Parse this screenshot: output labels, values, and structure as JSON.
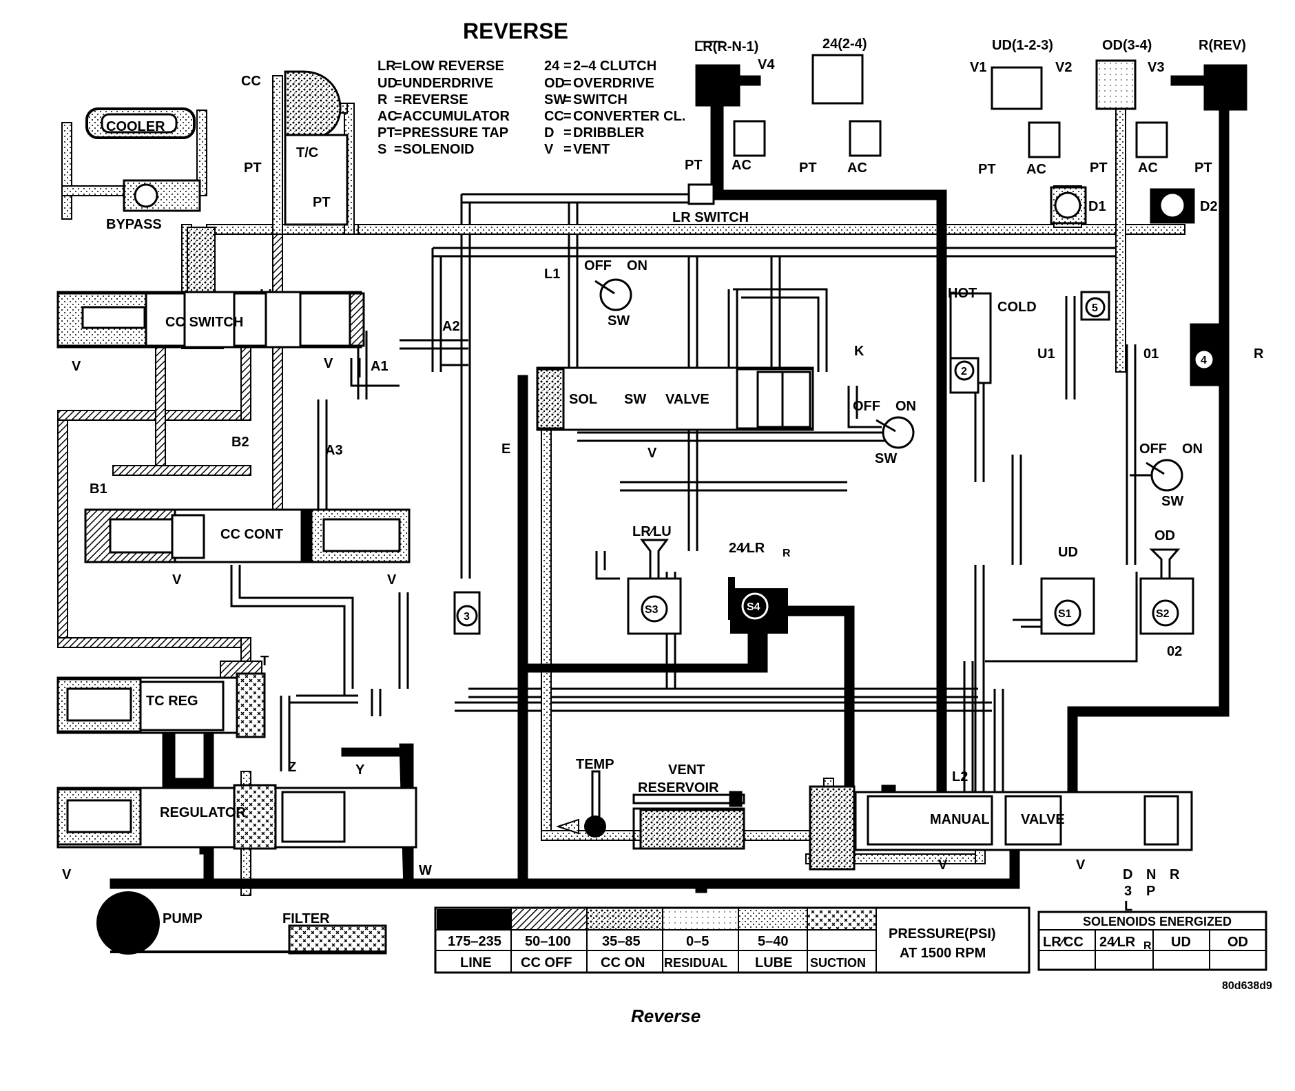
{
  "title": "REVERSE",
  "caption": "Reverse",
  "figure_code": "80d638d9",
  "abbreviations": [
    {
      "key": "LR",
      "value": "LOW REVERSE"
    },
    {
      "key": "UD",
      "value": "UNDERDRIVE"
    },
    {
      "key": "R",
      "value": "REVERSE"
    },
    {
      "key": "AC",
      "value": "ACCUMULATOR"
    },
    {
      "key": "PT",
      "value": "PRESSURE TAP"
    },
    {
      "key": "S",
      "value": "SOLENOID"
    },
    {
      "key": "24",
      "value": "2–4 CLUTCH"
    },
    {
      "key": "OD",
      "value": "OVERDRIVE"
    },
    {
      "key": "SW",
      "value": "SWITCH"
    },
    {
      "key": "CC",
      "value": "CONVERTER CL."
    },
    {
      "key": "D",
      "value": "DRIBBLER"
    },
    {
      "key": "V",
      "value": "VENT"
    }
  ],
  "clutches": {
    "lr": "LR(R-N-1)",
    "c24": "24(2-4)",
    "ud": "UD(1-2-3)",
    "od": "OD(3-4)",
    "rev": "R(REV)"
  },
  "labels": {
    "cc": "CC",
    "tc": "T/C",
    "pt": "PT",
    "ac": "AC",
    "cooler": "COOLER",
    "bypass": "BYPASS",
    "cc_switch": "CC SWITCH",
    "cc_cont": "CC CONT",
    "tc_reg": "TC REG",
    "regulator": "REGULATOR",
    "pump": "PUMP",
    "filter": "FILTER",
    "lr_switch": "LR SWITCH",
    "sol": "SOL",
    "sw": "SW",
    "valve": "VALVE",
    "manual": "MANUAL",
    "temp": "TEMP",
    "vent": "VENT",
    "reservoir": "RESERVOIR",
    "off": "OFF",
    "on": "ON",
    "hot": "HOT",
    "cold": "COLD",
    "v": "V",
    "v1": "V1",
    "v2": "V2",
    "v3": "V3",
    "v4": "V4",
    "a1": "A1",
    "a2": "A2",
    "a3": "A3",
    "b1": "B1",
    "b2": "B2",
    "l1": "L1",
    "l2": "L2",
    "e": "E",
    "k": "K",
    "u1": "U1",
    "o1": "01",
    "o2": "02",
    "z": "Z",
    "y": "Y",
    "w": "W",
    "t": "T",
    "r": "R",
    "d1": "D1",
    "d2": "D2",
    "lr_lu": "LR⁄LU",
    "lr24": "24⁄LR",
    "sub_r": "R",
    "ud": "UD",
    "od": "OD",
    "s1": "S1",
    "s2": "S2",
    "s3": "S3",
    "s4": "S4",
    "n2": "2",
    "n3": "3",
    "n4": "4",
    "n5": "5",
    "gear_d": "D",
    "gear_3": "3",
    "gear_l": "L",
    "gear_n": "N",
    "gear_p": "P",
    "gear_r": "R"
  },
  "pressure_legend": {
    "title_line1": "PRESSURE(PSI)",
    "title_line2": "AT 1500 RPM",
    "items": [
      {
        "range": "175–235",
        "name": "LINE"
      },
      {
        "range": "50–100",
        "name": "CC OFF"
      },
      {
        "range": "35–85",
        "name": "CC ON"
      },
      {
        "range": "0–5",
        "name": "RESIDUAL"
      },
      {
        "range": "5–40",
        "name": "LUBE"
      },
      {
        "range": "",
        "name": "SUCTION"
      }
    ]
  },
  "solenoids_table": {
    "title": "SOLENOIDS ENERGIZED",
    "columns": [
      "LR⁄CC",
      "24⁄LR",
      "UD",
      "OD"
    ],
    "col2_sub": "R"
  }
}
